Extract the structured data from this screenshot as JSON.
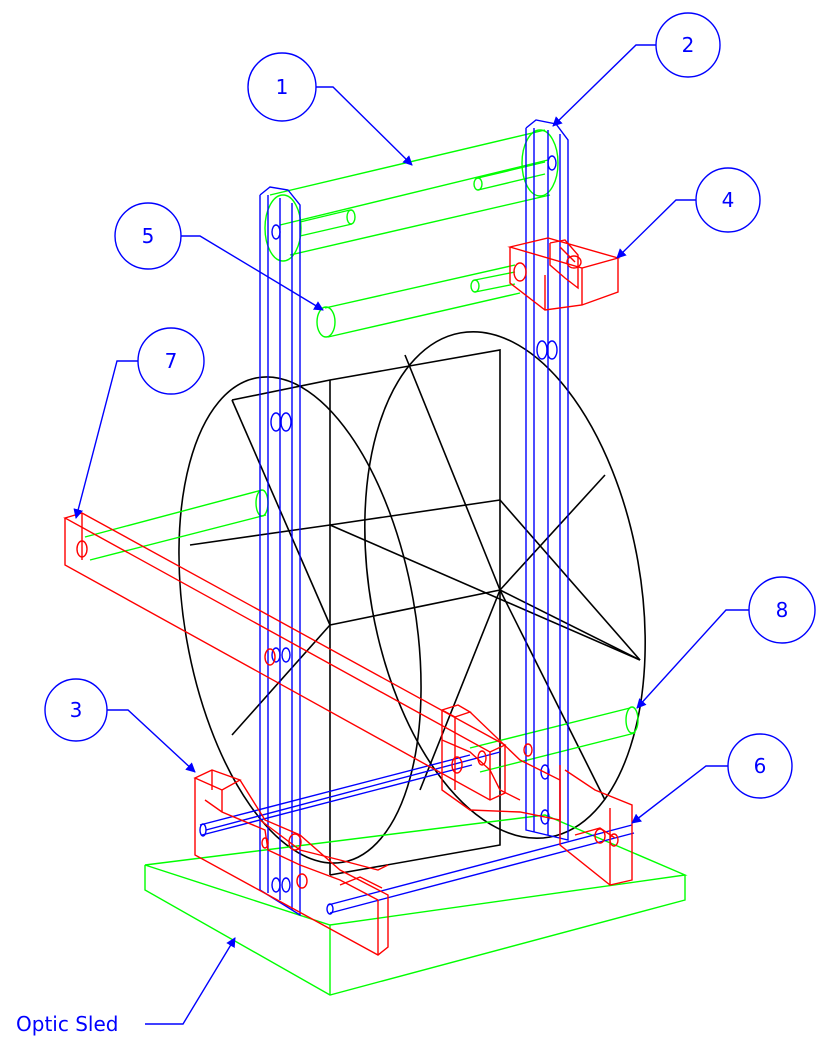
{
  "callouts": [
    {
      "id": "1",
      "label": "1"
    },
    {
      "id": "2",
      "label": "2"
    },
    {
      "id": "3",
      "label": "3"
    },
    {
      "id": "4",
      "label": "4"
    },
    {
      "id": "5",
      "label": "5"
    },
    {
      "id": "6",
      "label": "6"
    },
    {
      "id": "7",
      "label": "7"
    },
    {
      "id": "8",
      "label": "8"
    }
  ],
  "sled_label": "Optic Sled",
  "colors": {
    "frame": "#0000ff",
    "rods": "#00ff00",
    "brackets": "#ff0000",
    "wheel": "#000000",
    "callout": "#0000ff"
  }
}
